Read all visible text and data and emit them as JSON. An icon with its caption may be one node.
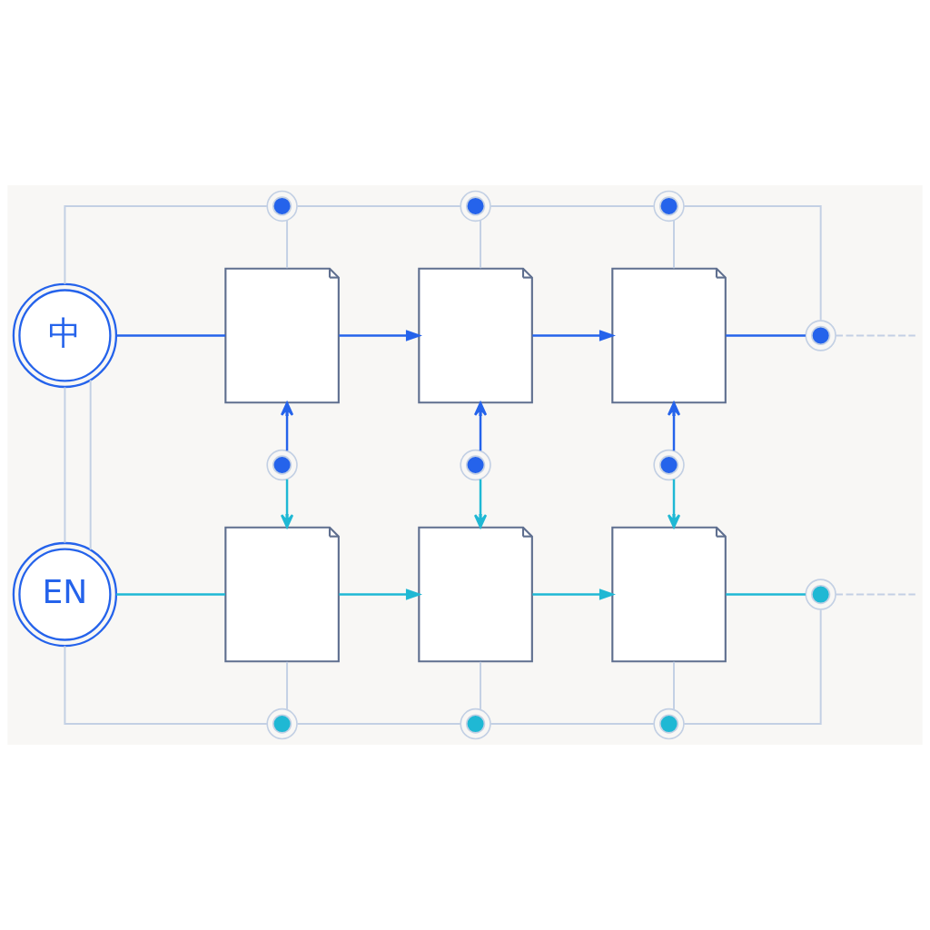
{
  "diagram": {
    "nodes": [
      {
        "text": [
          "中"
        ]
      },
      {
        "text": [
          "EN"
        ]
      },
      {
        "text": [],
        "shape": "picture"
      },
      {
        "text": [],
        "shape": "picture"
      },
      {
        "text": [],
        "shape": "picture"
      },
      {
        "text": [],
        "shape": "picture"
      },
      {
        "text": [],
        "shape": "picture"
      },
      {
        "text": [],
        "shape": "picture"
      },
      {
        "text": [],
        "shape": "circle"
      },
      {
        "text": [],
        "shape": "circle"
      },
      {
        "text": [],
        "shape": "circle"
      },
      {
        "text": [],
        "shape": "circle"
      },
      {
        "text": [],
        "shape": "circle"
      },
      {
        "text": [],
        "shape": "circle"
      },
      {
        "text": [],
        "shape": "circle"
      },
      {
        "text": [],
        "shape": "circle"
      },
      {
        "text": [],
        "shape": "circle"
      },
      {
        "text": [],
        "shape": "circle"
      },
      {
        "text": [],
        "shape": "circle"
      }
    ],
    "edges": [
      {
        "from": 0,
        "to": 2,
        "arrow": "none",
        "color": "#2563eb"
      },
      {
        "from": 2,
        "to": 3,
        "arrow": "to",
        "color": "#2563eb"
      },
      {
        "from": 3,
        "to": 4,
        "arrow": "to",
        "color": "#2563eb"
      },
      {
        "from": 4,
        "to": 11,
        "arrow": "none",
        "color": "#2563eb"
      },
      {
        "from": 11,
        "to": null,
        "arrow": "none",
        "style": "dashed"
      },
      {
        "from": 1,
        "to": 5,
        "arrow": "none",
        "color": "#1fb8d4"
      },
      {
        "from": 5,
        "to": 6,
        "arrow": "to",
        "color": "#1fb8d4"
      },
      {
        "from": 6,
        "to": 7,
        "arrow": "to",
        "color": "#1fb8d4"
      },
      {
        "from": 7,
        "to": 12,
        "arrow": "none",
        "color": "#1fb8d4"
      },
      {
        "from": 12,
        "to": null,
        "arrow": "none",
        "style": "dashed"
      },
      {
        "from": 8,
        "to": 2,
        "arrow": "to",
        "color": "#2563eb"
      },
      {
        "from": 8,
        "to": 5,
        "arrow": "to",
        "color": "#1fb8d4"
      },
      {
        "from": 9,
        "to": 3,
        "arrow": "to",
        "color": "#2563eb"
      },
      {
        "from": 9,
        "to": 6,
        "arrow": "to",
        "color": "#1fb8d4"
      },
      {
        "from": 10,
        "to": 4,
        "arrow": "to",
        "color": "#2563eb"
      },
      {
        "from": 10,
        "to": 7,
        "arrow": "to",
        "color": "#1fb8d4"
      },
      {
        "from": 0,
        "to": 1,
        "arrow": "none"
      },
      {
        "from": 0,
        "to": 1,
        "arrow": "none"
      },
      {
        "from": 0,
        "to": 13,
        "arrow": "none"
      },
      {
        "from": 13,
        "to": 14,
        "arrow": "none"
      },
      {
        "from": 14,
        "to": 15,
        "arrow": "none"
      },
      {
        "from": 15,
        "to": 11,
        "arrow": "none"
      },
      {
        "from": 13,
        "to": 2,
        "arrow": "none"
      },
      {
        "from": 14,
        "to": 3,
        "arrow": "none"
      },
      {
        "from": 15,
        "to": 4,
        "arrow": "none"
      },
      {
        "from": 1,
        "to": 16,
        "arrow": "none"
      },
      {
        "from": 16,
        "to": 17,
        "arrow": "none"
      },
      {
        "from": 17,
        "to": 18,
        "arrow": "none"
      },
      {
        "from": 18,
        "to": 12,
        "arrow": "none"
      },
      {
        "from": 16,
        "to": 5,
        "arrow": "none"
      },
      {
        "from": 17,
        "to": 6,
        "arrow": "none"
      },
      {
        "from": 18,
        "to": 7,
        "arrow": "none"
      }
    ]
  }
}
